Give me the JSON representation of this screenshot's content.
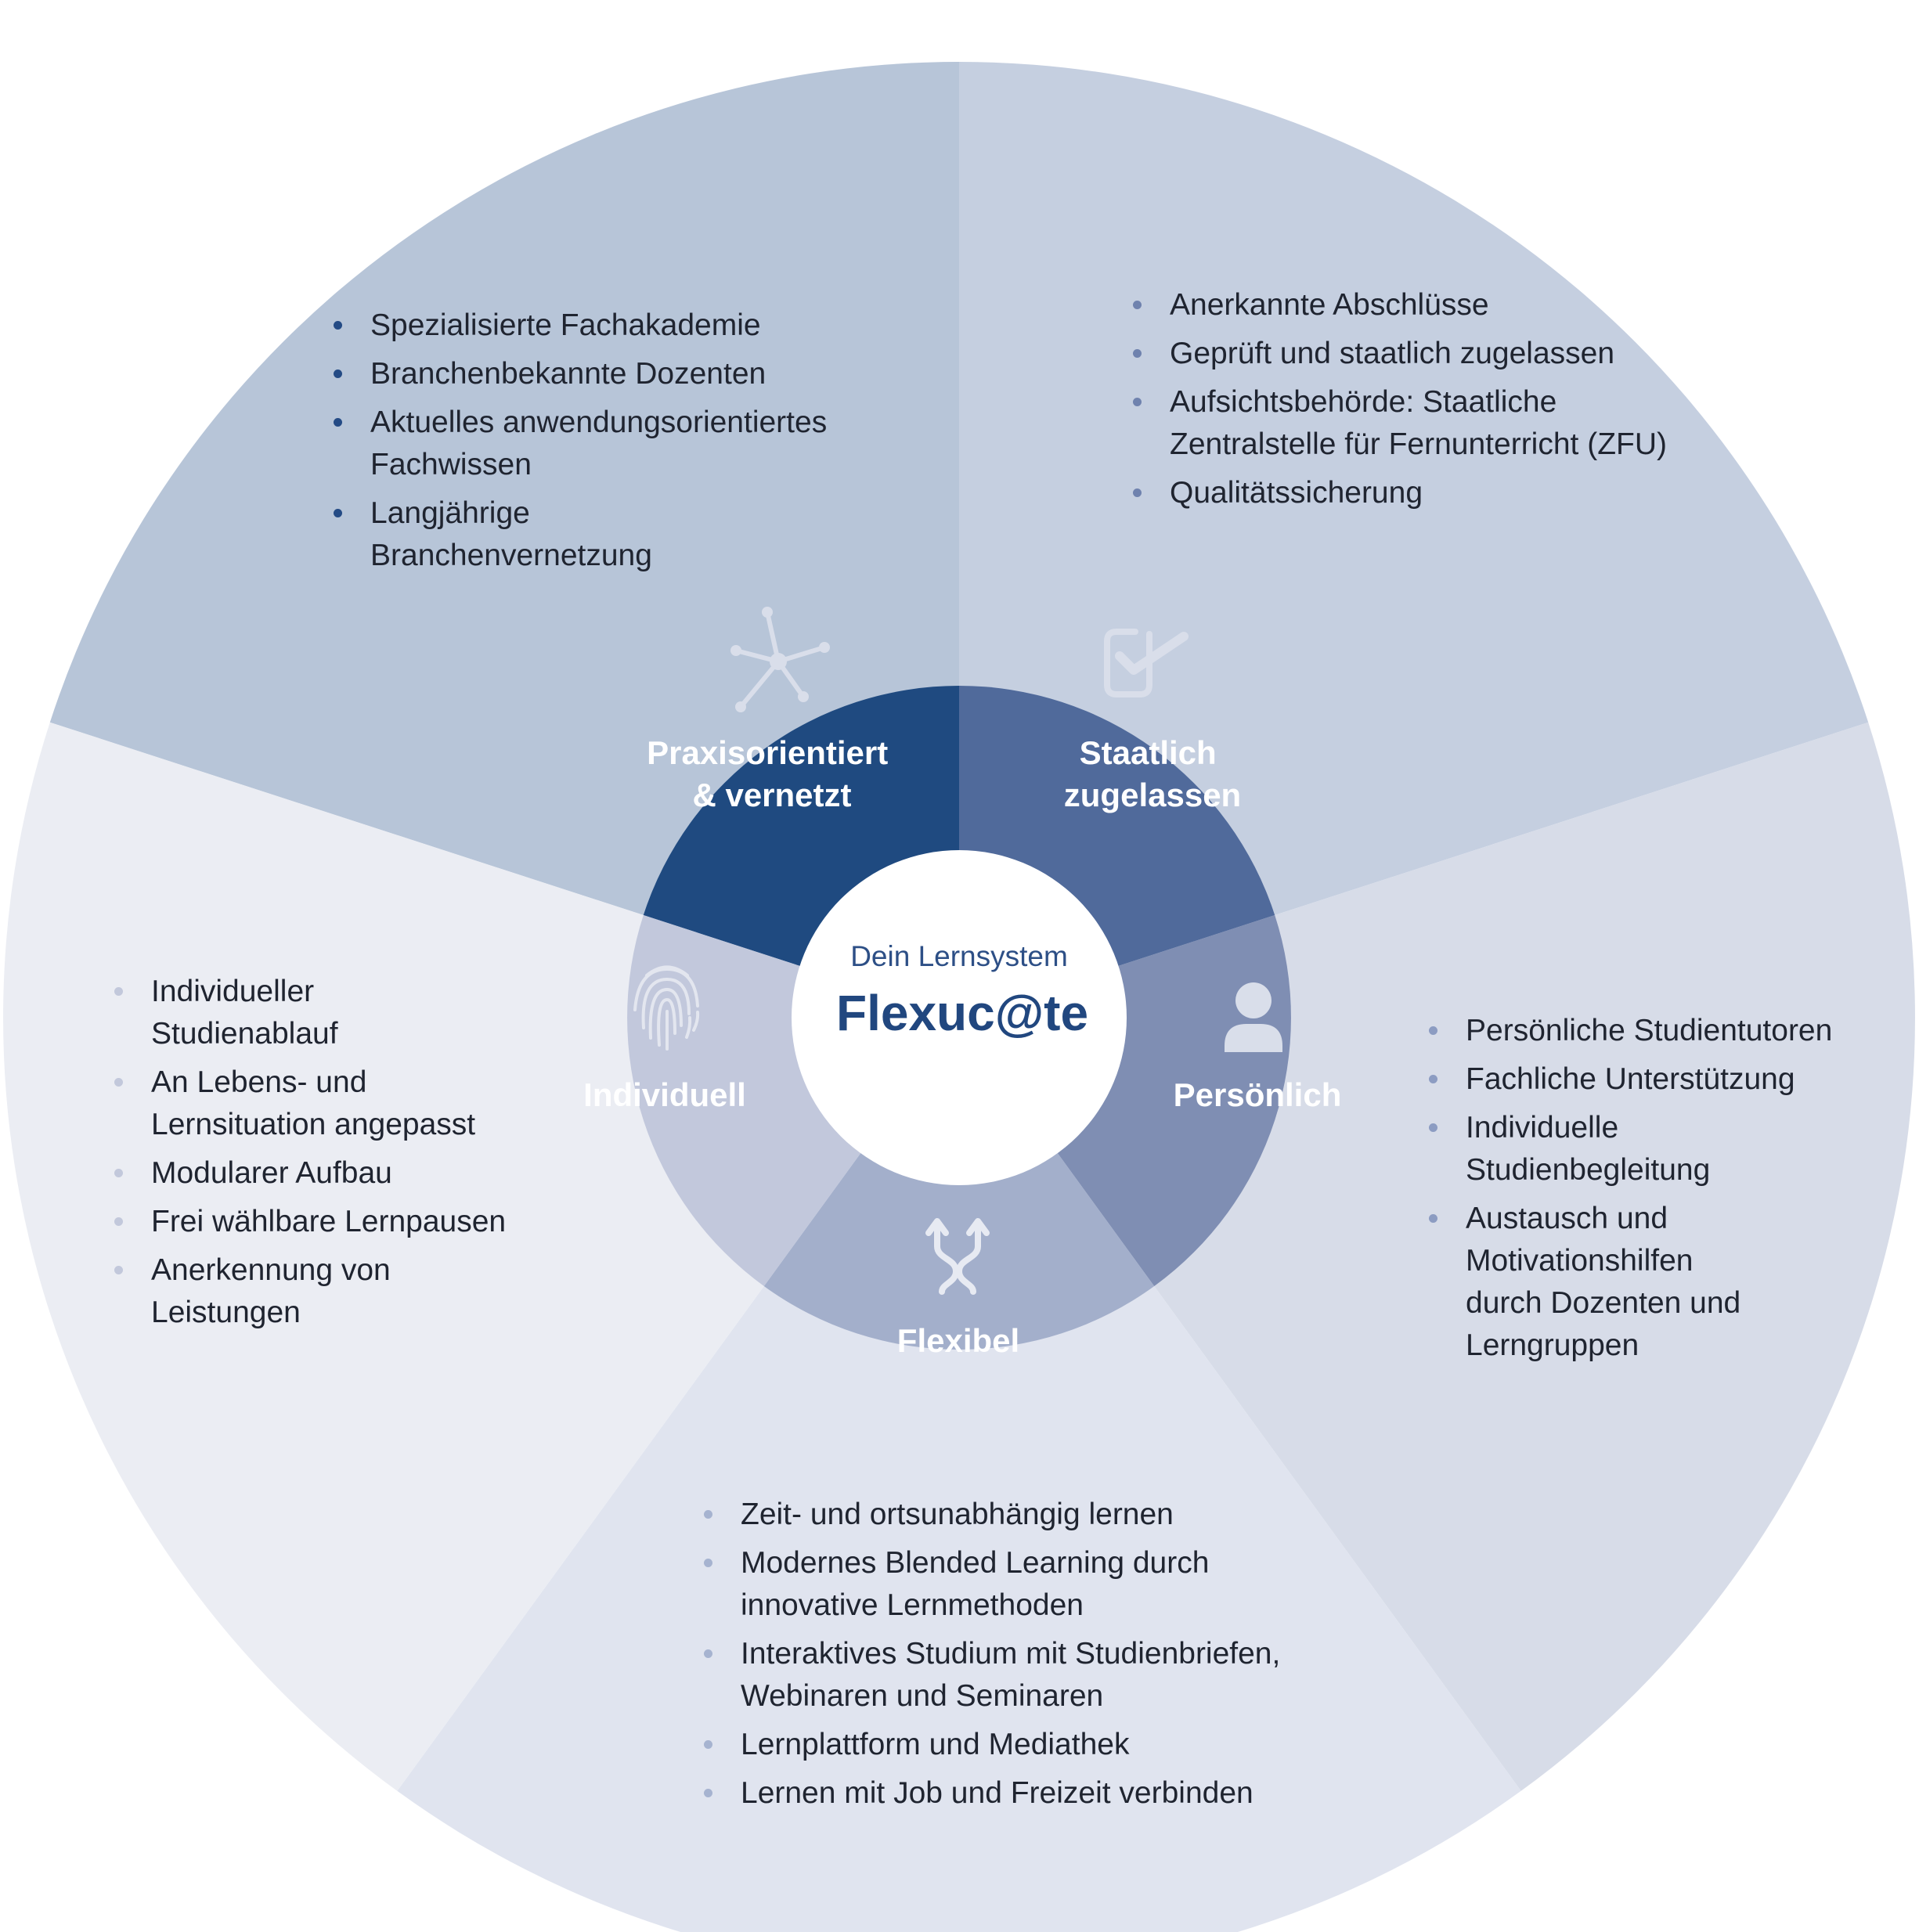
{
  "center": {
    "subtitle": "Dein Lernsystem",
    "title": "Flexuc@te"
  },
  "segments": [
    {
      "label_lines": [
        "Praxisorientiert",
        "& vernetzt"
      ],
      "icon": "network-icon",
      "inner_color": "#1f4a80",
      "outer_color": "#b7c5d8"
    },
    {
      "label_lines": [
        "Staatlich",
        "zugelassen"
      ],
      "icon": "checkbox-icon",
      "inner_color": "#506a9b",
      "outer_color": "#c5cfe0"
    },
    {
      "label_lines": [
        "Persönlich"
      ],
      "icon": "person-icon",
      "inner_color": "#7f8eb3",
      "outer_color": "#d7dce8"
    },
    {
      "label_lines": [
        "Flexibel"
      ],
      "icon": "merge-arrows-icon",
      "inner_color": "#a3afcb",
      "outer_color": "#e0e4ef"
    },
    {
      "label_lines": [
        "Individuell"
      ],
      "icon": "fingerprint-icon",
      "inner_color": "#c2c8dc",
      "outer_color": "#ebedf3"
    }
  ],
  "bullets": {
    "praxis": [
      "Spezialisierte Fachakademie",
      "Branchenbekannte Dozenten",
      "Aktuelles anwendungsorientiertes\nFachwissen",
      "Langjährige\nBranchenvernetzung"
    ],
    "staatlich": [
      "Anerkannte Abschlüsse",
      "Geprüft und staatlich zugelassen",
      "Aufsichtsbehörde: Staatliche\nZentralstelle für Fernunterricht (ZFU)",
      "Qualitätssicherung"
    ],
    "persoenlich": [
      "Persönliche Studientutoren",
      "Fachliche Unterstützung",
      "Individuelle\nStudienbegleitung",
      "Austausch und\nMotivationshilfen\ndurch Dozenten und\nLerngruppen"
    ],
    "flexibel": [
      "Zeit- und ortsunabhängig lernen",
      "Modernes Blended Learning durch\ninnovative Lernmethoden",
      "Interaktives Studium mit Studienbriefen,\nWebinaren und Seminaren",
      "Lernplattform und Mediathek",
      "Lernen mit Job und Freizeit verbinden"
    ],
    "individuell": [
      "Individueller\nStudienablauf",
      "An Lebens- und\nLernsituation angepasst",
      "Modularer Aufbau",
      "Frei wählbare Lernpausen",
      "Anerkennung von\nLeistungen"
    ]
  }
}
